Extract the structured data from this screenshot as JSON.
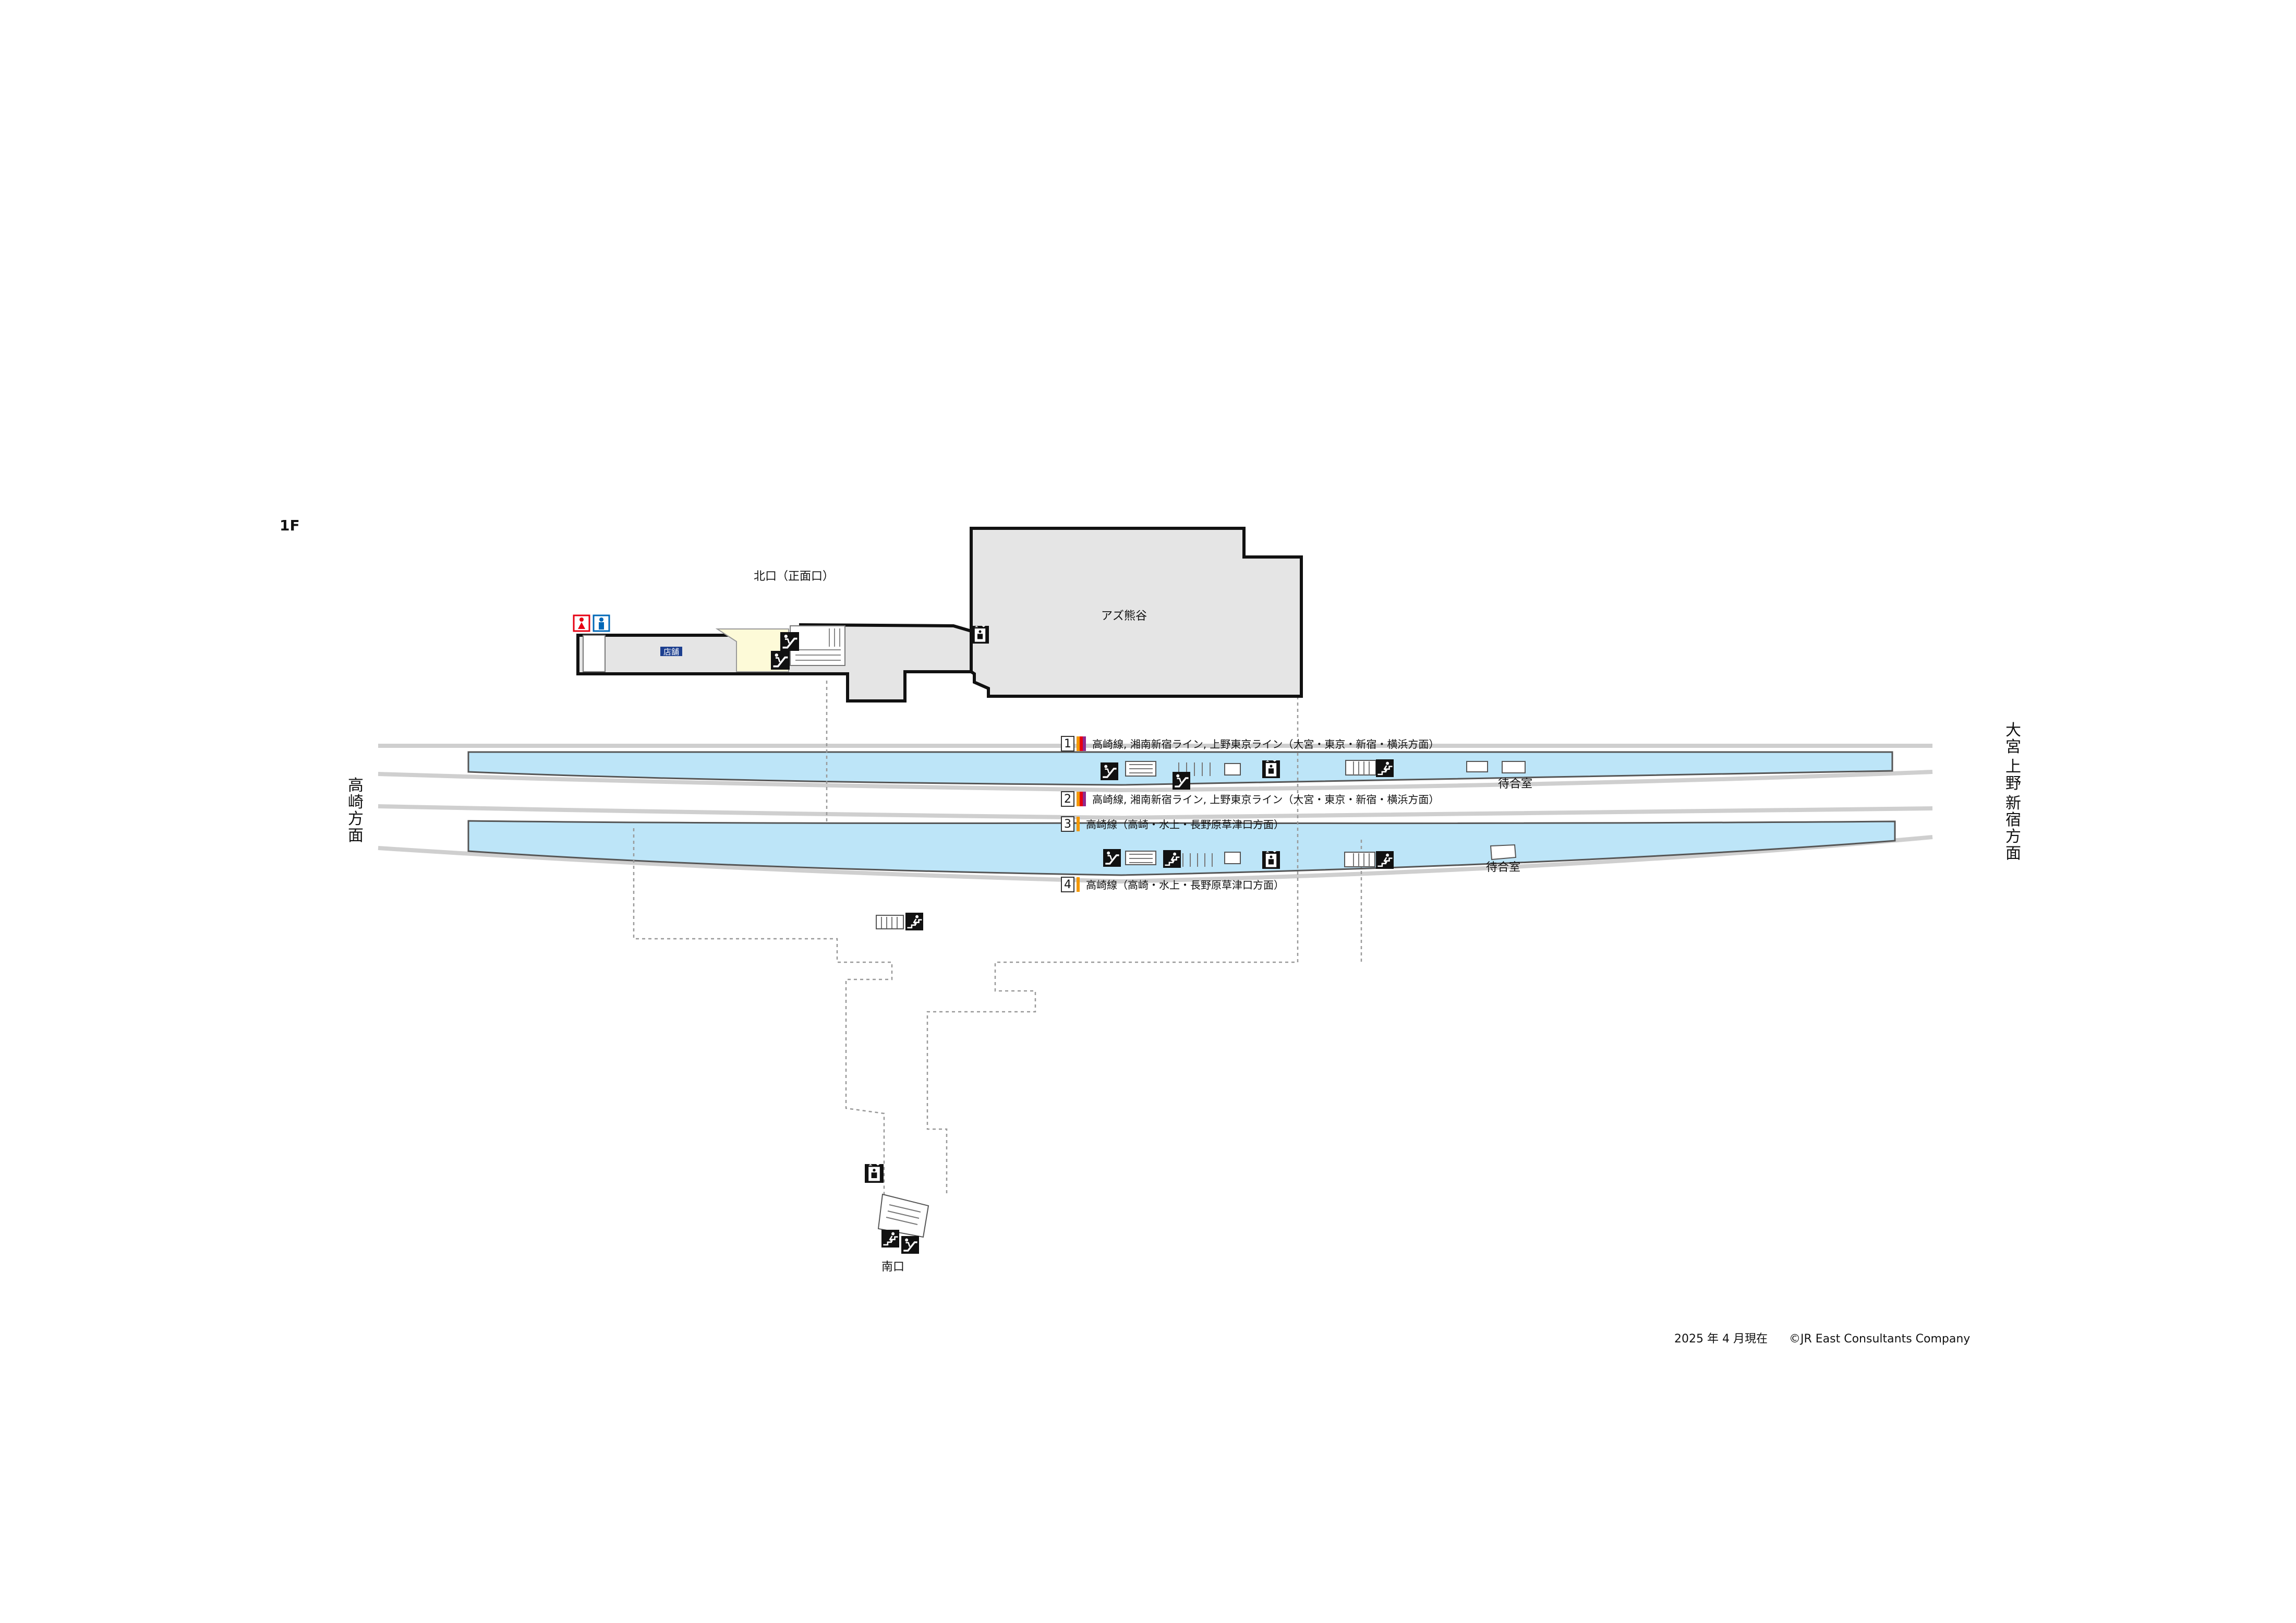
{
  "floor": {
    "label": "1F"
  },
  "exits": {
    "north": "北口（正面口）",
    "south": "南口"
  },
  "buildings": {
    "azu": "アズ熊谷"
  },
  "facilities": {
    "shop": "店舗",
    "waiting_room": "待合室"
  },
  "tracks": [
    {
      "number": "1",
      "text": "高崎線, 湘南新宿ライン, 上野東京ライン（大宮・東京・新宿・横浜方面）",
      "colors": [
        "#f39800",
        "#e60012",
        "#8f2a8f"
      ]
    },
    {
      "number": "2",
      "text": "高崎線, 湘南新宿ライン, 上野東京ライン（大宮・東京・新宿・横浜方面）",
      "colors": [
        "#f39800",
        "#e60012",
        "#8f2a8f"
      ]
    },
    {
      "number": "3",
      "text": "高崎線（高崎・水上・長野原草津口方面）",
      "colors": [
        "#f39800"
      ]
    },
    {
      "number": "4",
      "text": "高崎線（高崎・水上・長野原草津口方面）",
      "colors": [
        "#f39800"
      ]
    }
  ],
  "directions": {
    "left": [
      "高",
      "崎",
      "方",
      "面"
    ],
    "right": [
      "大",
      "宮",
      "上",
      "野",
      "新",
      "宿",
      "方",
      "面"
    ]
  },
  "footer": {
    "date": "2025 年 4 月現在",
    "copyright": "©JR East Consultants Company"
  },
  "colors": {
    "platform": "#bde5f8",
    "building": "#e5e5e5",
    "concourse": "#fdfad8",
    "toilet_female": "#e60012",
    "toilet_male": "#0068b7",
    "shop_label_bg": "#1d3f8f"
  },
  "icons": [
    "escalator-icon",
    "elevator-icon",
    "stairs-icon",
    "toilet-female-icon",
    "toilet-male-icon"
  ]
}
